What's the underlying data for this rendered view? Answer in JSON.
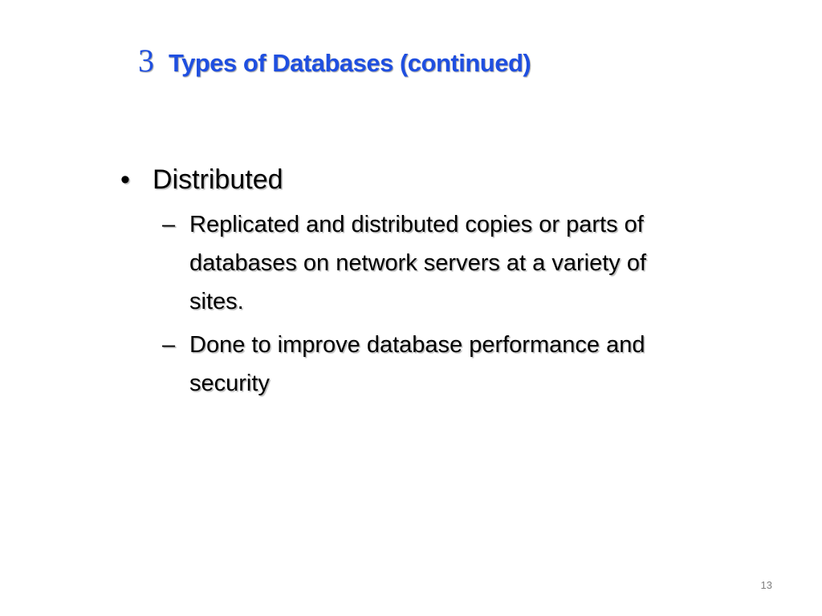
{
  "slide": {
    "section_number": "3",
    "title": "Types of Databases (continued)",
    "page_number": "13",
    "accent_color": "#1f4fe0"
  },
  "bullets": [
    {
      "marker": "•",
      "text": "Distributed",
      "sub_bullets": [
        {
          "marker": "–",
          "text": "Replicated and distributed copies or parts of databases on network servers at a variety of sites."
        },
        {
          "marker": "–",
          "text": "Done to improve database performance and security"
        }
      ]
    }
  ]
}
